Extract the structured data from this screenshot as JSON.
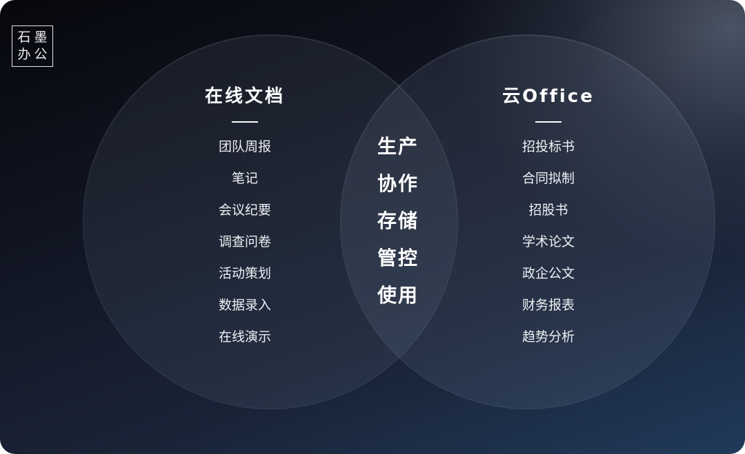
{
  "logo": {
    "chars": [
      "石",
      "墨",
      "办",
      "公"
    ]
  },
  "diagram": {
    "left": {
      "title": "在线文档",
      "items": [
        "团队周报",
        "笔记",
        "会议纪要",
        "调查问卷",
        "活动策划",
        "数据录入",
        "在线演示"
      ]
    },
    "right": {
      "title": "云Office",
      "items": [
        "招投标书",
        "合同拟制",
        "招股书",
        "学术论文",
        "政企公文",
        "财务报表",
        "趋势分析"
      ]
    },
    "overlap": {
      "items": [
        "生产",
        "协作",
        "存储",
        "管控",
        "使用"
      ]
    }
  },
  "colors": {
    "background_dark": "#07080d",
    "background_blue": "#203a5a",
    "text": "#ffffff"
  }
}
